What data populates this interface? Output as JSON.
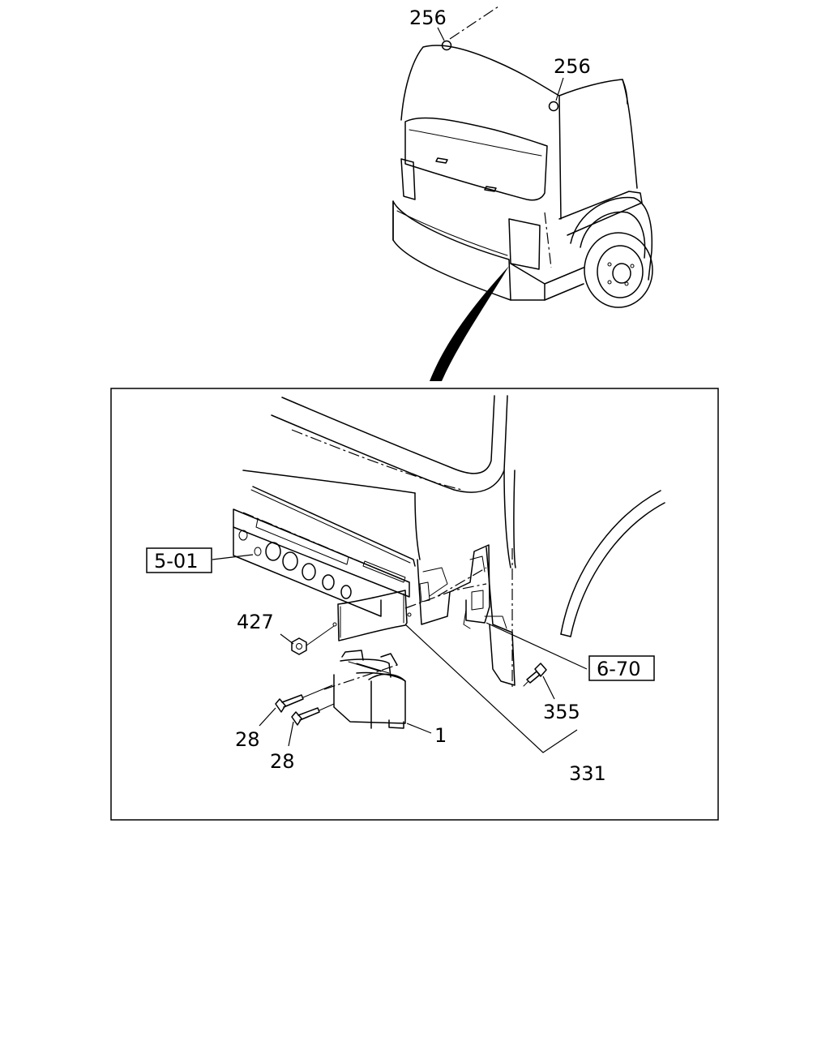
{
  "callouts": {
    "c256_top": "256",
    "c256_right": "256",
    "c427": "427",
    "c28_a": "28",
    "c28_b": "28",
    "c1": "1",
    "c355": "355",
    "c331": "331"
  },
  "refs": {
    "r501": "5-01",
    "r670": "6-70"
  }
}
